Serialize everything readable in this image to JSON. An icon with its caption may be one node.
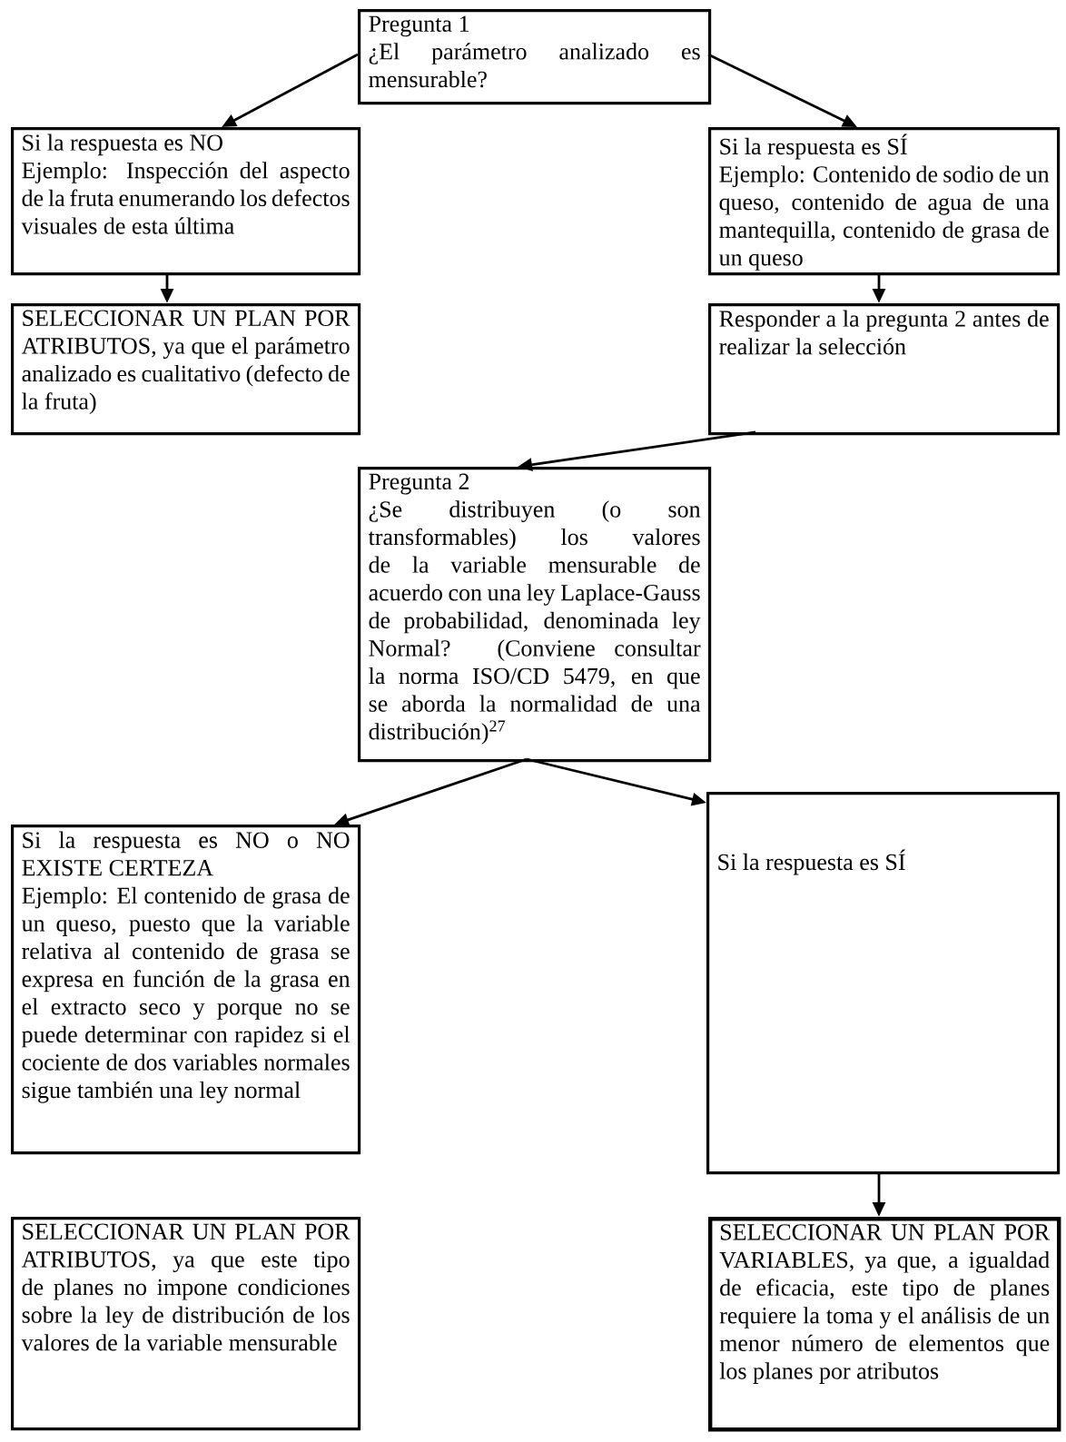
{
  "diagram": {
    "nodes": [
      {
        "text": [
          "Pregunta 1",
          "¿El parámetro analizado es mensurable?"
        ]
      },
      {
        "text": [
          "Si la respuesta es NO",
          "Ejemplo: Inspección del aspecto de la fruta enumerando los defectos visuales de esta última"
        ]
      },
      {
        "text": [
          "Si la respuesta es SÍ",
          "Ejemplo: Contenido de sodio de un queso, contenido de agua de una mantequilla, contenido de grasa de un queso"
        ]
      },
      {
        "text": [
          "SELECCIONAR UN PLAN POR ATRIBUTOS, ya que el parámetro analizado es cualitativo (defecto de la fruta)"
        ]
      },
      {
        "text": [
          "Responder a la pregunta 2 antes de realizar la selección"
        ]
      },
      {
        "text": [
          "Pregunta 2",
          "¿Se distribuyen (o son transformables) los valores de la variable mensurable de acuerdo con una ley Laplace-Gauss de probabilidad, denominada ley Normal? (Conviene consultar la norma ISO/CD 5479, en que se aborda la normalidad de una distribución)$^{27}$"
        ]
      },
      {
        "text": [
          "Si la respuesta es NO o NO EXISTE CERTEZA",
          "Ejemplo: El contenido de grasa de un queso, puesto que la variable relativa al contenido de grasa se expresa en función de la grasa en el extracto seco y porque no se puede determinar con rapidez si el cociente de dos variables normales sigue también una ley normal"
        ]
      },
      {
        "text": [
          "Si la respuesta es SÍ"
        ]
      },
      {
        "text": [
          "SELECCIONAR UN PLAN POR ATRIBUTOS, ya que este tipo de planes no impone condiciones sobre la ley de distribución de los valores de la variable mensurable"
        ]
      },
      {
        "text": [
          "SELECCIONAR UN PLAN POR VARIABLES, ya que, a igualdad de eficacia, este tipo de planes requiere la toma y el análisis de un menor número de elementos que los planes por atributos"
        ]
      }
    ],
    "edges": [
      {
        "from": 0,
        "to": 1,
        "arrow": "to"
      },
      {
        "from": 0,
        "to": 2,
        "arrow": "to"
      },
      {
        "from": 1,
        "to": 3,
        "arrow": "to"
      },
      {
        "from": 2,
        "to": 4,
        "arrow": "to"
      },
      {
        "from": 4,
        "to": 5,
        "arrow": "to"
      },
      {
        "from": 5,
        "to": 6,
        "arrow": "to"
      },
      {
        "from": 5,
        "to": 7,
        "arrow": "to"
      },
      {
        "from": 7,
        "to": 9,
        "arrow": "to"
      }
    ]
  }
}
